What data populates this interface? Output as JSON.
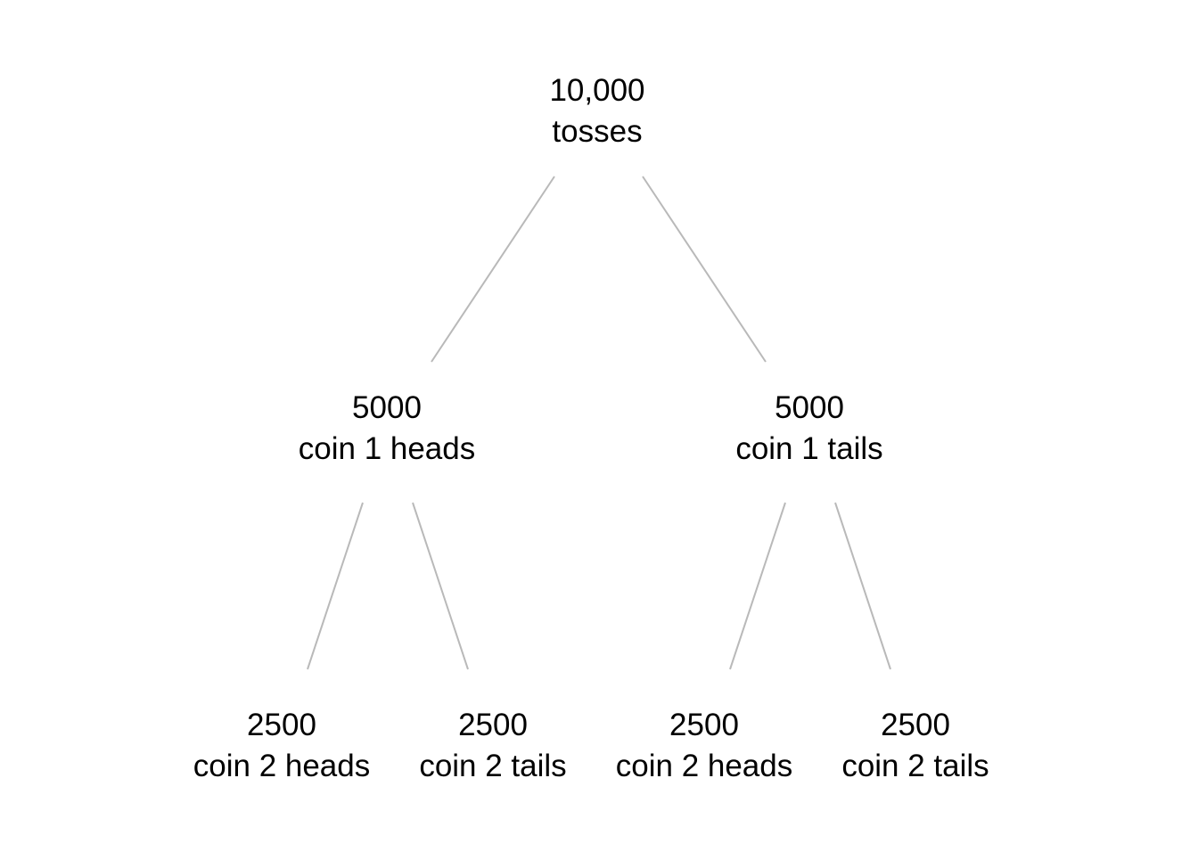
{
  "tree": {
    "root": {
      "count": "10,000",
      "label": "tosses"
    },
    "level1": [
      {
        "count": "5000",
        "label": "coin 1 heads"
      },
      {
        "count": "5000",
        "label": "coin 1 tails"
      }
    ],
    "level2": [
      {
        "count": "2500",
        "label": "coin 2 heads"
      },
      {
        "count": "2500",
        "label": "coin 2 tails"
      },
      {
        "count": "2500",
        "label": "coin 2 heads"
      },
      {
        "count": "2500",
        "label": "coin 2 tails"
      }
    ]
  },
  "colors": {
    "edge": "#b9b9b9",
    "text": "#000000",
    "background": "#ffffff"
  }
}
